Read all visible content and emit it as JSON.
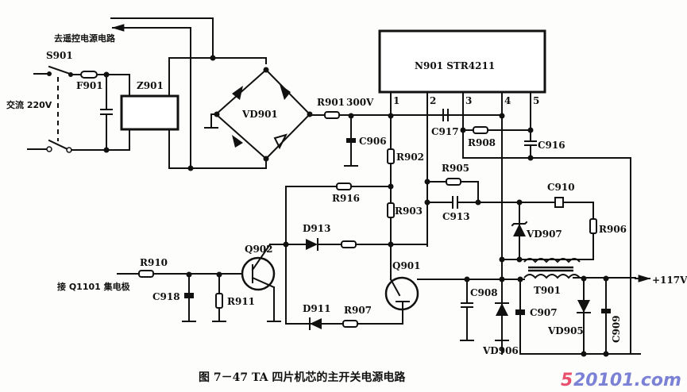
{
  "title": "图 7－47   TA 四片机芯的主开关电源电路",
  "watermark": {
    "prefix": "5",
    "rest": "20101.com",
    "prefix_color": "#e8506e",
    "rest_color": "#7b82d6"
  },
  "labels": {
    "remote": "去遥控电源电路",
    "s901": "S901",
    "ac": "交流 220V",
    "f901": "F901",
    "z901": "Z901",
    "vd901": "VD901",
    "r901": "R901",
    "v300": "300V",
    "c906": "C906",
    "ic": "N901 STR4211",
    "pin1": "1",
    "pin2": "2",
    "pin3": "3",
    "pin4": "4",
    "pin5": "5",
    "c917": "C917",
    "r908": "R908",
    "c916": "C916",
    "r902": "R902",
    "r905": "R905",
    "r916": "R916",
    "r903": "R903",
    "c913": "C913",
    "c910": "C910",
    "vd907": "VD907",
    "r906": "R906",
    "d913": "D913",
    "q902": "Q902",
    "q901": "Q901",
    "r910": "R910",
    "input": "接 Q1101 集电极",
    "c918": "C918",
    "r911": "R911",
    "d911": "D911",
    "r907": "R907",
    "c908": "C908",
    "vd906": "VD906",
    "c907": "C907",
    "t901": "T901",
    "vd905": "VD905",
    "c909": "C909",
    "out": "+117V"
  }
}
